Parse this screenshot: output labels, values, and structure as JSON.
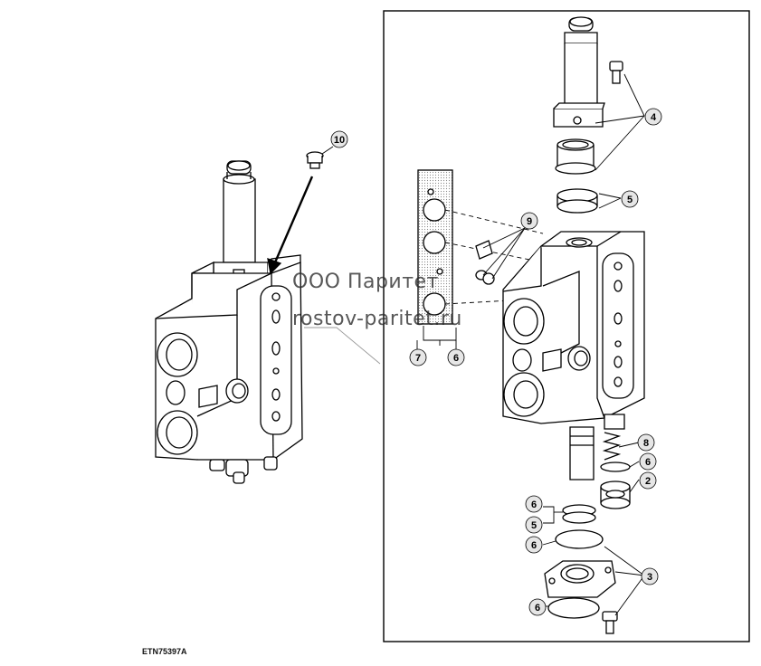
{
  "figure_code": "ETN75397A",
  "watermark": {
    "line1": "ООО Паритет",
    "line2": "rostov-paritet.ru"
  },
  "callouts": {
    "c10": "10",
    "c4": "4",
    "c5": "5",
    "c9": "9",
    "c7": "7",
    "c6_top": "6",
    "c8": "8",
    "c6_r": "6",
    "c2": "2",
    "c6_l1": "6",
    "c5_l": "5",
    "c6_l2": "6",
    "c3": "3",
    "c6_l3": "6"
  }
}
